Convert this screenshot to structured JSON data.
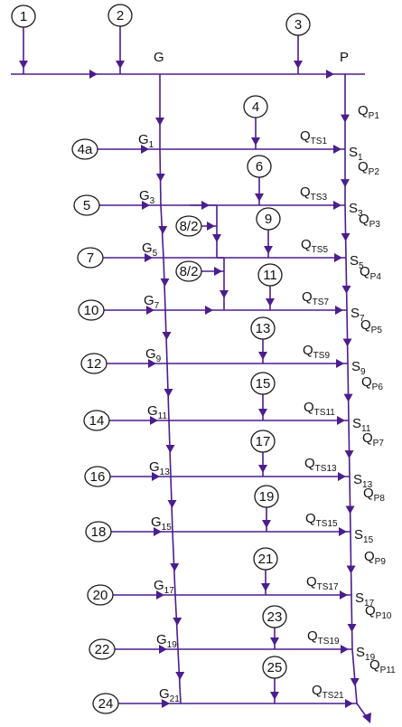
{
  "colors": {
    "line": "#4b1d8f",
    "text": "#111111",
    "q_p11": "#4b1d8f"
  },
  "labels": {
    "header_g": "G",
    "header_p": "P"
  },
  "top_nodes": [
    "1",
    "2",
    "3"
  ],
  "mid_nodes": [
    "8/2",
    "8/2"
  ],
  "rows": [
    {
      "left": "4a",
      "g": "G",
      "g_sub": "1",
      "top": "4",
      "qts": "Q",
      "qts_sub": "TS1",
      "s": "S",
      "s_sub": "1",
      "qp": "Q",
      "qp_sub": "P1"
    },
    {
      "left": "5",
      "g": "G",
      "g_sub": "3",
      "top": "6",
      "qts": "Q",
      "qts_sub": "TS3",
      "s": "S",
      "s_sub": "3",
      "qp": "Q",
      "qp_sub": "P2"
    },
    {
      "left": "7",
      "g": "G",
      "g_sub": "5",
      "top": "9",
      "qts": "Q",
      "qts_sub": "TS5",
      "s": "S",
      "s_sub": "5",
      "qp": "Q",
      "qp_sub": "P3"
    },
    {
      "left": "10",
      "g": "G",
      "g_sub": "7",
      "top": "11",
      "qts": "Q",
      "qts_sub": "TS7",
      "s": "S",
      "s_sub": "7",
      "qp": "Q",
      "qp_sub": "P4"
    },
    {
      "left": "12",
      "g": "G",
      "g_sub": "9",
      "top": "13",
      "qts": "Q",
      "qts_sub": "TS9",
      "s": "S",
      "s_sub": "9",
      "qp": "Q",
      "qp_sub": "P5"
    },
    {
      "left": "14",
      "g": "G",
      "g_sub": "11",
      "top": "15",
      "qts": "Q",
      "qts_sub": "TS11",
      "s": "S",
      "s_sub": "11",
      "qp": "Q",
      "qp_sub": "P6"
    },
    {
      "left": "16",
      "g": "G",
      "g_sub": "13",
      "top": "17",
      "qts": "Q",
      "qts_sub": "TS13",
      "s": "S",
      "s_sub": "13",
      "qp": "Q",
      "qp_sub": "P7"
    },
    {
      "left": "18",
      "g": "G",
      "g_sub": "15",
      "top": "19",
      "qts": "Q",
      "qts_sub": "TS15",
      "s": "S",
      "s_sub": "15",
      "qp": "Q",
      "qp_sub": "P8"
    },
    {
      "left": "20",
      "g": "G",
      "g_sub": "17",
      "top": "21",
      "qts": "Q",
      "qts_sub": "TS17",
      "s": "S",
      "s_sub": "17",
      "qp": "Q",
      "qp_sub": "P9"
    },
    {
      "left": "22",
      "g": "G",
      "g_sub": "19",
      "top": "23",
      "qts": "Q",
      "qts_sub": "TS19",
      "s": "S",
      "s_sub": "19",
      "qp": "Q",
      "qp_sub": "P10"
    },
    {
      "left": "24",
      "g": "G",
      "g_sub": "21",
      "top": "25",
      "qts": "Q",
      "qts_sub": "TS21",
      "s": "",
      "s_sub": "",
      "qp": "Q",
      "qp_sub": "P11"
    }
  ]
}
